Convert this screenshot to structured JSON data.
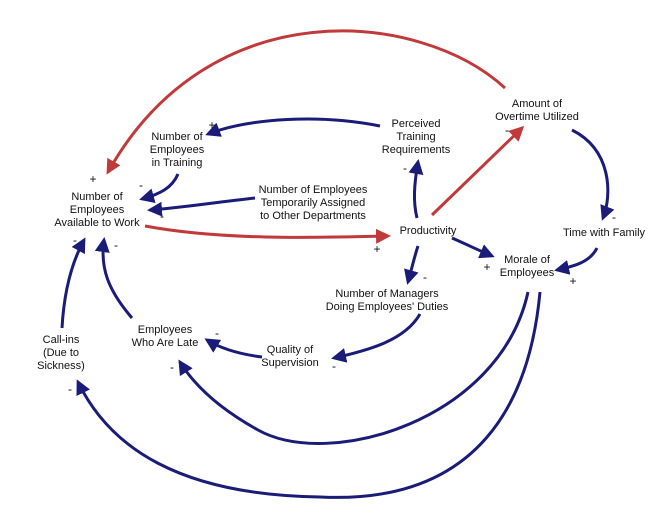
{
  "nodes": {
    "overtime": [
      "Amount of",
      "Overtime Utilized"
    ],
    "training_req": [
      "Perceived",
      "Training",
      "Requirements"
    ],
    "in_training": [
      "Number of",
      "Employees",
      "in Training"
    ],
    "available": [
      "Number of",
      "Employees",
      "Available to Work"
    ],
    "temp_assigned": [
      "Number of Employees",
      "Temporarily Assigned",
      "to Other Departments"
    ],
    "productivity": [
      "Productivity"
    ],
    "time_family": [
      "Time with Family"
    ],
    "morale": [
      "Morale of",
      "Employees"
    ],
    "managers": [
      "Number of Managers",
      "Doing Employees' Duties"
    ],
    "supervision": [
      "Quality of",
      "Supervision"
    ],
    "late": [
      "Employees",
      "Who Are Late"
    ],
    "callins": [
      "Call-ins",
      "(Due to",
      "Sickness)"
    ]
  },
  "signs": {
    "plus": "+",
    "minus": "-"
  },
  "colors": {
    "red_link": "#c0393b",
    "blue_link": "#1b1b78"
  }
}
